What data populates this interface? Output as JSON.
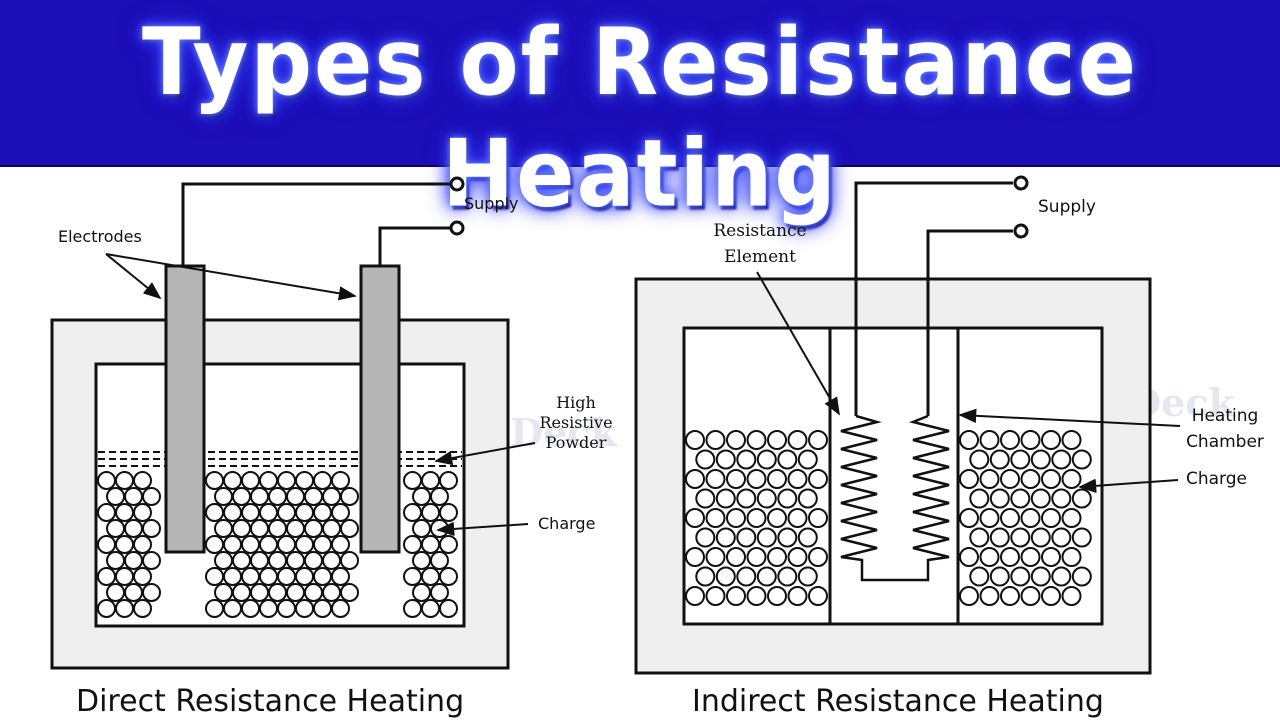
{
  "header": {
    "title": "Types of Resistance Heating"
  },
  "left_diagram": {
    "caption": "Direct Resistance Heating",
    "labels": {
      "supply": "Supply",
      "electrodes": "Electrodes",
      "high_resistive_powder": "High\nResistive\nPowder",
      "charge": "Charge"
    }
  },
  "right_diagram": {
    "caption": "Indirect Resistance Heating",
    "labels": {
      "supply": "Supply",
      "resistance_element": "Resistance\nElement",
      "heating_chamber": "Heating\nChamber",
      "charge": "Charge"
    }
  },
  "watermark": {
    "text": "Electrical Deck"
  },
  "colors": {
    "banner": "#1c0fb6",
    "electrode": "#b5b5b5",
    "furnace_wall": "#efefef",
    "line": "#111111"
  }
}
